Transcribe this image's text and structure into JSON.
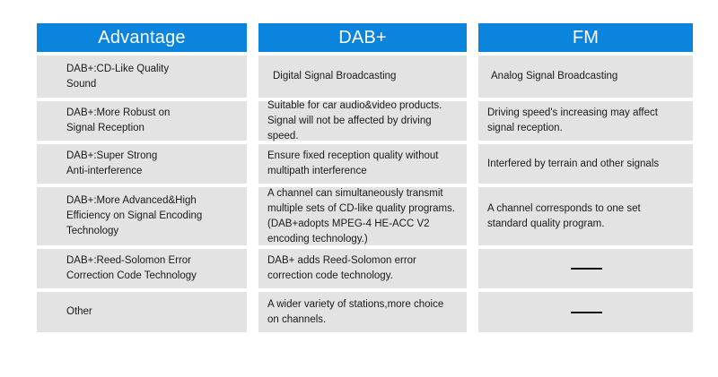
{
  "table": {
    "columns": [
      {
        "key": "advantage",
        "header": "Advantage",
        "cells": [
          "DAB+:CD-Like Quality\nSound",
          "DAB+:More Robust on\nSignal Reception",
          "DAB+:Super Strong\nAnti-interference",
          "DAB+:More Advanced&High\nEfficiency on Signal Encoding\nTechnology",
          "DAB+:Reed-Solomon Error\nCorrection Code Technology",
          "Other"
        ]
      },
      {
        "key": "dabplus",
        "header": "DAB+",
        "cells": [
          "Digital Signal Broadcasting",
          "Suitable for car audio&video products.\nSignal will not be affected by driving\nspeed.",
          "Ensure fixed reception quality without\nmultipath interference",
          "A channel can simultaneously transmit\nmultiple sets of CD-like quality programs.\n(DAB+adopts MPEG-4 HE-ACC V2\nencoding technology.)",
          "DAB+ adds Reed-Solomon error\ncorrection code technology.",
          "A wider variety of stations,more choice\non channels."
        ]
      },
      {
        "key": "fm",
        "header": "FM",
        "cells": [
          "Analog Signal Broadcasting",
          "Driving speed's increasing may affect\nsignal reception.",
          "Interfered by terrain and other signals",
          "A channel corresponds to one set\nstandard quality program.",
          "——",
          "——"
        ]
      }
    ]
  },
  "colors": {
    "header_blue": "#0b84de",
    "cell_gray": "#e3e3e3",
    "text": "#1a1a1a",
    "header_text": "#ffffff",
    "page_background": "#ffffff"
  }
}
